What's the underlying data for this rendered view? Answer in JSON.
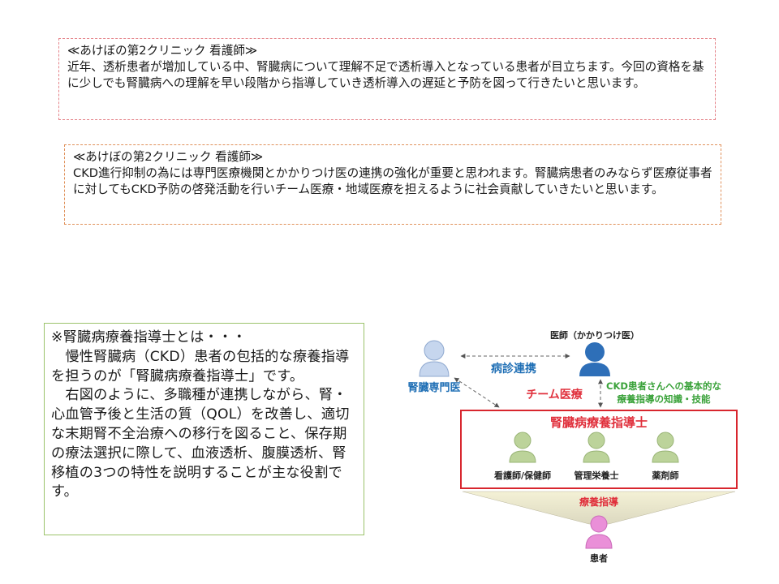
{
  "note1": {
    "heading": "≪あけぼの第2クリニック 看護師≫",
    "body": "近年、透析患者が増加している中、腎臓病について理解不足で透析導入となっている患者が目立ちます。今回の資格を基に少しでも腎臓病への理解を早い段階から指導していき透析導入の遅延と予防を図って行きたいと思います。"
  },
  "note2": {
    "heading": "≪あけぼの第2クリニック 看護師≫",
    "body": "CKD進行抑制の為には専門医療機関とかかりつけ医の連携の強化が重要と思われます。腎臓病患者のみならず医療従事者に対してもCKD予防の啓発活動を行いチーム医療・地域医療を担えるように社会貢献していきたいと思います。"
  },
  "definition": {
    "title": "※腎臓病療養指導士とは・・・",
    "paragraph1": "　慢性腎臓病（CKD）患者の包括的な療養指導を担うのが「腎臓病療養指導士」です。",
    "paragraph2": "　右図のように、多職種が連携しながら、腎・心血管予後と生活の質（QOL）を改善し、適切な末期腎不全治療への移行を図ること、保存期の療法選択に際して、血液透析、腹膜透析、腎移植の3つの特性を説明することが主な役割です。"
  },
  "diagram": {
    "specialist": "腎臓専門医",
    "gp": "医師（かかりつけ医）",
    "collab": "病診連携",
    "team": "チーム医療",
    "support_line1": "CKD患者さんへの基本的な",
    "support_line2": "療養指導の知識・技能",
    "box_title": "腎臓病療養指導士",
    "member1": "看護師/保健師",
    "member2": "管理栄養士",
    "member3": "薬剤師",
    "guidance": "療養指導",
    "patient": "患者",
    "colors": {
      "blue": "#1f6fb5",
      "red": "#e0303c",
      "green": "#3aa23a",
      "person_light": "#c6d6ee",
      "person_dark": "#2e6fb8",
      "person_green": "#bcd39a",
      "person_pink": "#ea8fd8"
    }
  }
}
